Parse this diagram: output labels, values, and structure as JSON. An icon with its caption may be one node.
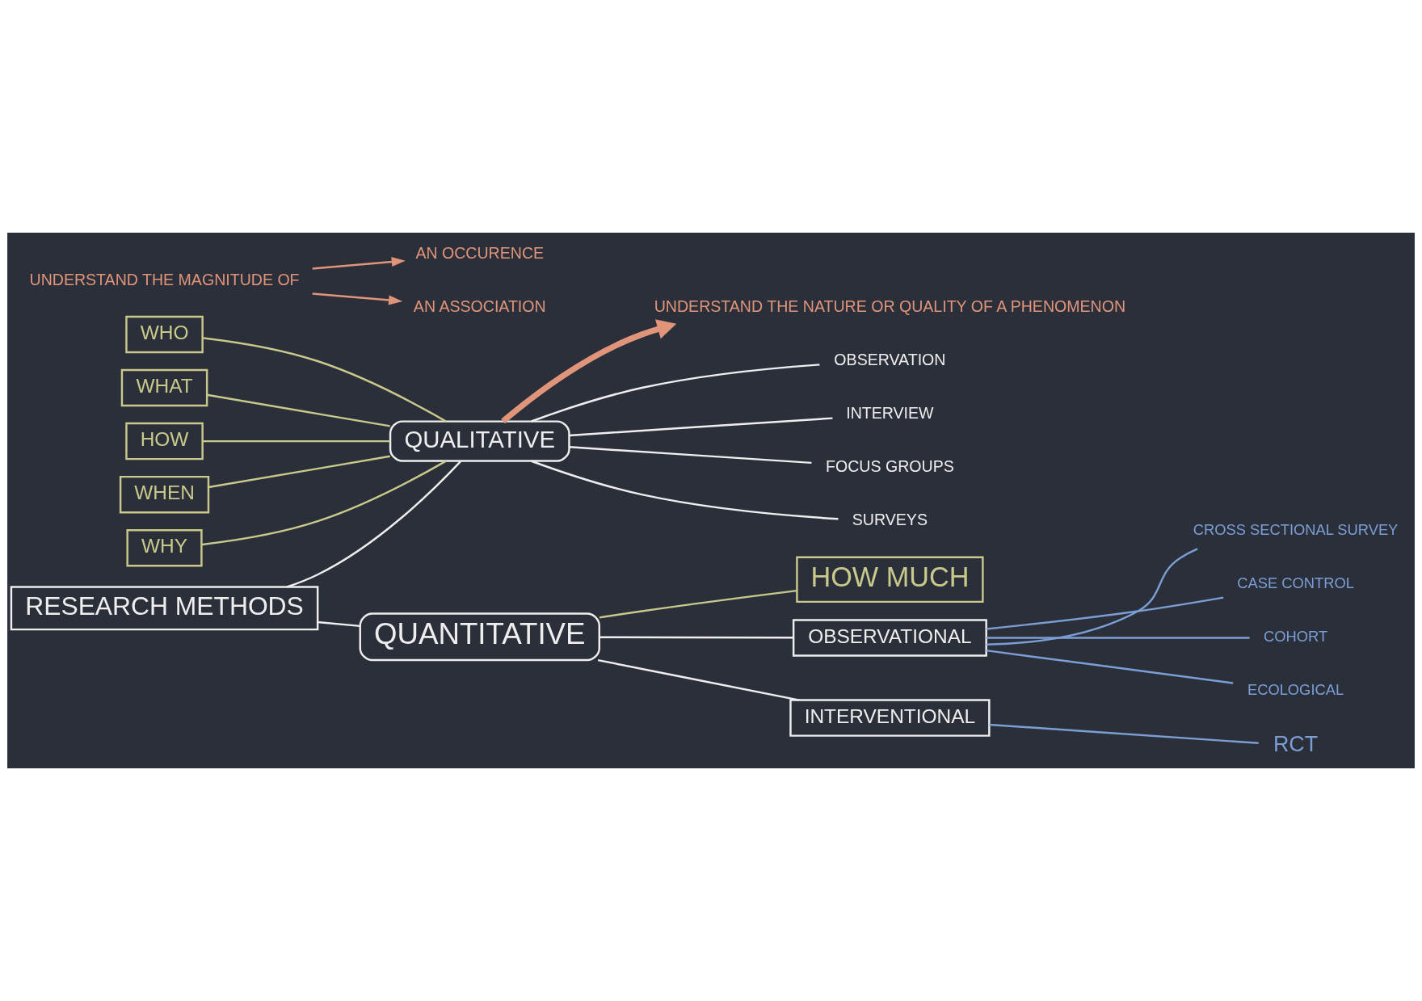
{
  "diagram": {
    "nodes": [
      {
        "text": [
          "RESEARCH METHODS"
        ]
      },
      {
        "text": [
          "QUALITATIVE"
        ]
      },
      {
        "text": [
          "QUANTITATIVE"
        ]
      },
      {
        "text": [
          "WHO"
        ]
      },
      {
        "text": [
          "WHAT"
        ]
      },
      {
        "text": [
          "HOW"
        ]
      },
      {
        "text": [
          "WHEN"
        ]
      },
      {
        "text": [
          "WHY"
        ]
      },
      {
        "text": [
          "UNDERSTAND THE NATURE OR QUALITY OF A PHENOMENON"
        ]
      },
      {
        "text": [
          "OBSERVATION"
        ]
      },
      {
        "text": [
          "INTERVIEW"
        ]
      },
      {
        "text": [
          "FOCUS GROUPS"
        ]
      },
      {
        "text": [
          "SURVEYS"
        ]
      },
      {
        "text": [
          "HOW MUCH"
        ]
      },
      {
        "text": [
          "UNDERSTAND THE MAGNITUDE OF"
        ]
      },
      {
        "text": [
          "AN OCCURENCE"
        ]
      },
      {
        "text": [
          "AN ASSOCIATION"
        ]
      },
      {
        "text": [
          "OBSERVATIONAL"
        ]
      },
      {
        "text": [
          "INTERVENTIONAL"
        ]
      },
      {
        "text": [
          "CROSS SECTIONAL SURVEY"
        ]
      },
      {
        "text": [
          "CASE CONTROL"
        ]
      },
      {
        "text": [
          "COHORT"
        ]
      },
      {
        "text": [
          "ECOLOGICAL"
        ]
      },
      {
        "text": [
          "RCT"
        ]
      }
    ],
    "edges": [
      {
        "from": 0,
        "to": 1,
        "arrow": "none"
      },
      {
        "from": 0,
        "to": 2,
        "arrow": "none"
      },
      {
        "from": 3,
        "to": 1,
        "arrow": "none",
        "color": "#c8c98a"
      },
      {
        "from": 4,
        "to": 1,
        "arrow": "none",
        "color": "#c8c98a"
      },
      {
        "from": 5,
        "to": 1,
        "arrow": "none",
        "color": "#c8c98a"
      },
      {
        "from": 6,
        "to": 1,
        "arrow": "none",
        "color": "#c8c98a"
      },
      {
        "from": 7,
        "to": 1,
        "arrow": "none",
        "color": "#c8c98a"
      },
      {
        "from": 1,
        "to": 8,
        "arrow": "to",
        "style": "thick",
        "color": "#e0947a"
      },
      {
        "from": 1,
        "to": 9,
        "arrow": "none"
      },
      {
        "from": 1,
        "to": 10,
        "arrow": "none"
      },
      {
        "from": 1,
        "to": 11,
        "arrow": "none"
      },
      {
        "from": 1,
        "to": 12,
        "arrow": "none"
      },
      {
        "from": 2,
        "to": 13,
        "arrow": "none",
        "color": "#c8c98a"
      },
      {
        "from": 2,
        "to": 17,
        "arrow": "none"
      },
      {
        "from": 2,
        "to": 18,
        "arrow": "none"
      },
      {
        "from": 17,
        "to": 19,
        "arrow": "none",
        "color": "#7b9fd4"
      },
      {
        "from": 17,
        "to": 20,
        "arrow": "none",
        "color": "#7b9fd4"
      },
      {
        "from": 17,
        "to": 21,
        "arrow": "none",
        "color": "#7b9fd4"
      },
      {
        "from": 17,
        "to": 22,
        "arrow": "none",
        "color": "#7b9fd4"
      },
      {
        "from": 18,
        "to": 23,
        "arrow": "none",
        "color": "#7b9fd4"
      },
      {
        "from": 14,
        "to": 15,
        "arrow": "to",
        "color": "#e0947a"
      },
      {
        "from": 14,
        "to": 16,
        "arrow": "to",
        "color": "#e0947a"
      }
    ]
  }
}
